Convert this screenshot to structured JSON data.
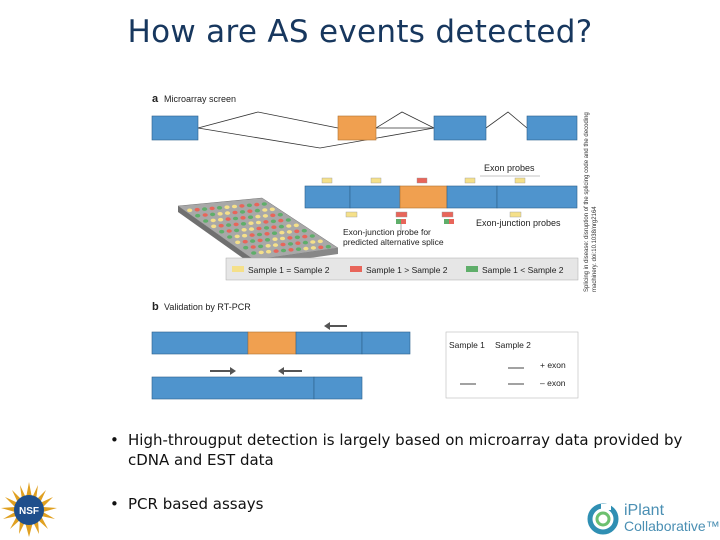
{
  "slide": {
    "title": "How are AS events detected?",
    "caption": "Splicing in disease: disruption of the splicing code and the decoding machinery. doi:10.1038/nrg2164",
    "bullets": [
      "High-througput detection is largely based on microarray data provided by cDNA and EST data",
      "PCR based assays"
    ]
  },
  "figure": {
    "panel_a_label": "a",
    "panel_a_title": "Microarray screen",
    "exon_probes_label": "Exon probes",
    "exon_junction_probes_label": "Exon-junction probes",
    "junction_probe_alt_label_1": "Exon-junction probe for",
    "junction_probe_alt_label_2": "predicted alternative splice",
    "legend": [
      "Sample 1 = Sample 2",
      "Sample 1 > Sample 2",
      "Sample 1 < Sample 2"
    ],
    "panel_b_label": "b",
    "panel_b_title": "Validation by RT-PCR",
    "gel_sample1": "Sample 1",
    "gel_sample2": "Sample 2",
    "gel_band1": "+ exon",
    "gel_band2": "– exon",
    "colors": {
      "exon": "#4f94cd",
      "alt_exon": "#f0a050",
      "equal": "#f5e08a",
      "greater": "#e8655a",
      "less": "#5fae6a",
      "arrow": "#555555"
    }
  },
  "logos": {
    "nsf_text": "NSF",
    "iplant_line1": "iPlant",
    "iplant_line2": "Collaborative™"
  }
}
